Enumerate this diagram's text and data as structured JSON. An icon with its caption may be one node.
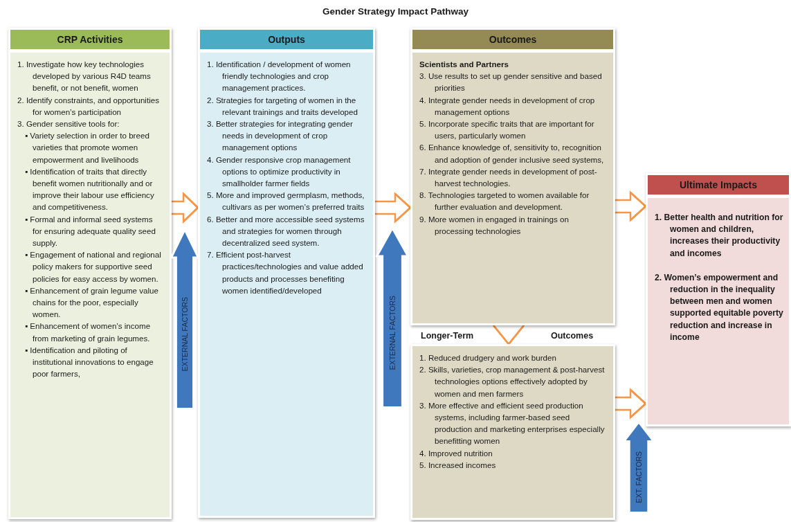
{
  "diagram": {
    "title": "Gender Strategy Impact Pathway",
    "nodes": [
      {
        "text": [
          "CRP Activities",
          "1. Investigate how key technologies developed by various R4D teams benefit, or not benefit, women",
          "2. Identify constraints, and opportunities for women’s participation",
          "3. Gender sensitive tools for:",
          "▪ Variety selection in order to breed varieties that promote women empowerment and livelihoods",
          "▪ Identification of traits that directly benefit women nutritionally and or improve their labour use efficiency and competitiveness.",
          "▪ Formal and informal seed systems for ensuring adequate quality seed supply.",
          "▪ Engagement of national and regional policy makers for supportive seed policies for easy access by women.",
          "▪ Enhancement of grain legume value chains for the poor, especially women.",
          "▪ Enhancement of women’s income from marketing of grain legumes.",
          "▪ Identification and piloting of institutional innovations to engage poor farmers,"
        ]
      },
      {
        "text": [
          "Outputs",
          "1. Identification / development of women friendly technologies and crop management practices.",
          "2. Strategies for targeting of women in the relevant trainings and traits developed",
          "3. Better strategies for integrating gender needs in development of crop management options",
          "4. Gender responsive crop management options to optimize productivity in smallholder farmer fields",
          "5. More and improved germplasm, methods, cultivars as per women’s preferred traits",
          "6. Better and more accessible seed systems and strategies for women through decentralized seed system.",
          "7. Efficient post-harvest practices/technologies and value added products and processes benefiting women identified/developed"
        ]
      },
      {
        "text": [
          "Outcomes",
          "Scientists and Partners",
          "3. Use results to set up gender sensitive and based priorities",
          "4. Integrate gender needs in development of crop management options",
          "5. Incorporate specific traits that are important for users, particularly women",
          "6. Enhance knowledge of, sensitivity to, recognition and adoption of gender inclusive seed systems,",
          "7. Integrate gender needs in development of post-harvest technologies.",
          "8. Technologies targeted to women available for further evaluation and development.",
          "9. More women in engaged in trainings on processing technologies"
        ]
      },
      {
        "text": [
          "1. Reduced drudgery and work burden",
          "2. Skills, varieties, crop management & post-harvest technologies options effectively adopted by women and men farmers",
          "3. More effective and efficient seed production systems, including farmer-based seed production and marketing enterprises especially benefitting women",
          "4. Improved nutrition",
          "5. Increased incomes"
        ]
      },
      {
        "text": [
          "Ultimate Impacts",
          "1. Better health and nutrition for women and children, increases their productivity and incomes",
          "2. Women’s empowerment and reduction in the inequality between men and women supported equitable poverty reduction and  increase in income"
        ]
      },
      {
        "text": [
          "EXTERNAL FACTORS"
        ]
      },
      {
        "text": [
          "EXTERNAL FACTORS"
        ]
      },
      {
        "text": [
          "EXT. FACTORS"
        ]
      }
    ],
    "edges": [
      {
        "from": 0,
        "to": 1,
        "arrow": "to"
      },
      {
        "from": 1,
        "to": 2,
        "arrow": "to"
      },
      {
        "from": 2,
        "to": 3,
        "arrow": "to"
      },
      {
        "from": 2,
        "to": 4,
        "arrow": "to"
      },
      {
        "from": 3,
        "to": 4,
        "arrow": "to"
      }
    ],
    "labels": [
      "Longer-Term",
      "Outcomes"
    ]
  }
}
